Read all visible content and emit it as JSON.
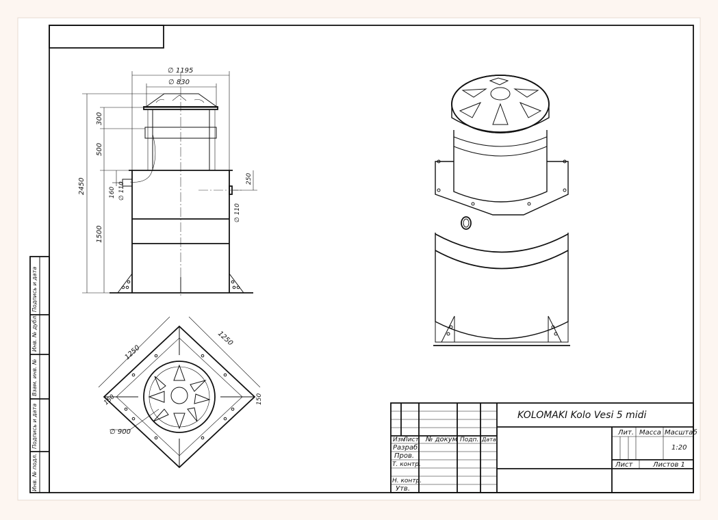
{
  "title_block": {
    "product_title": "KOLOMAKI Kolo Vesi 5 midi",
    "col_headers": [
      "Изм",
      "Лист",
      "№ докум",
      "Подп.",
      "Дата"
    ],
    "row_labels": [
      "Разраб.",
      "Пров.",
      "Т. контр.",
      "Н. контр.",
      "Утв."
    ],
    "lit_label": "Лит.",
    "mass_label": "Масса",
    "scale_label": "Масштаб",
    "scale_value": "1:20",
    "sheet_label": "Лист",
    "sheets_label": "Листов 1"
  },
  "side_stamp": [
    "Инв. № подл.",
    "Подпись и дата",
    "Взам. инв. №",
    "Инв. № дубл.",
    "Подпись и дата"
  ],
  "dimensions": {
    "front": {
      "dia_outer": "∅ 1195",
      "dia_neck": "∅ 830",
      "height_total": "2450",
      "height_lid": "300",
      "height_neck": "500",
      "height_body": "1500",
      "inlet_height": "160",
      "inlet_dia": "∅ 110",
      "outlet_height": "250",
      "outlet_dia": "∅ 110"
    },
    "top": {
      "side_a": "1250",
      "side_b": "1250",
      "flange_a": "150",
      "flange_b": "150",
      "lid_dia": "∅ 900"
    }
  },
  "colors": {
    "paper": "#fdf6f1",
    "ink": "#111111",
    "sheet": "#ffffff"
  }
}
